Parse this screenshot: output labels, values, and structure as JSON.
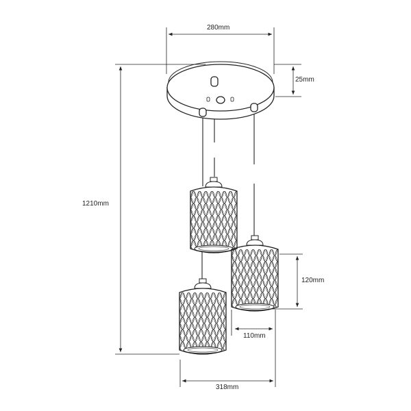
{
  "title": "Three-light pendant lamp dimension drawing",
  "dimensions": {
    "canopy_width": "280mm",
    "canopy_height": "25mm",
    "total_height": "1210mm",
    "shade_height": "120mm",
    "shade_width": "110mm",
    "overall_width": "318mm"
  },
  "colors": {
    "line": "#222222",
    "background": "#ffffff"
  }
}
